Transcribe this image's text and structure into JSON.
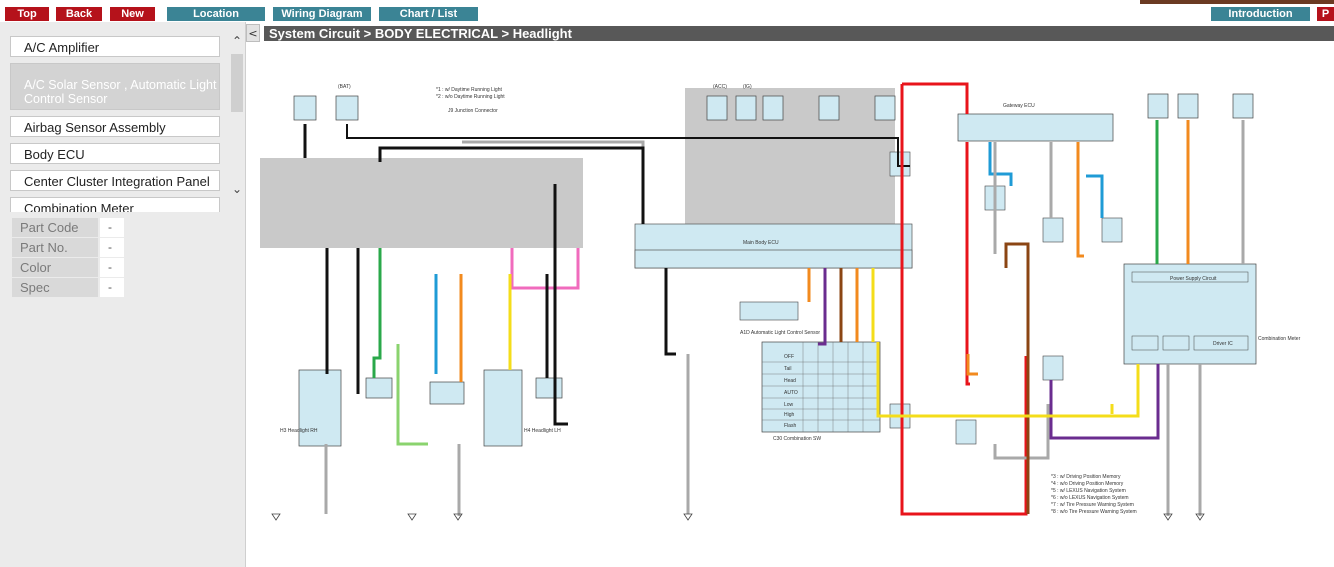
{
  "toolbar": {
    "top_label": "Top",
    "back_label": "Back",
    "new_label": "New",
    "location_label": "Location",
    "wiring_label": "Wiring Diagram",
    "chart_label": "Chart / List",
    "intro_label": "Introduction",
    "p_label": "P"
  },
  "sidebar": {
    "items": [
      {
        "label": "A/C Amplifier"
      },
      {
        "label": "A/C Solar Sensor , Automatic Light Control Sensor"
      },
      {
        "label": "Airbag Sensor Assembly"
      },
      {
        "label": "Body ECU"
      },
      {
        "label": "Center Cluster Integration Panel"
      },
      {
        "label": "Combination Meter"
      }
    ]
  },
  "properties": {
    "rows": [
      {
        "label": "Part Code",
        "value": "-"
      },
      {
        "label": "Part No.",
        "value": "-"
      },
      {
        "label": "Color",
        "value": "-"
      },
      {
        "label": "Spec",
        "value": "-"
      }
    ]
  },
  "breadcrumb": "System Circuit > BODY ELECTRICAL > Headlight",
  "diagram": {
    "wire_colors": {
      "red": "#e8141b",
      "green": "#2aa84a",
      "blue": "#1f9bd6",
      "orange": "#f28a1e",
      "yellow": "#f4dd1a",
      "pink": "#f06bbd",
      "purple": "#6a2c8f",
      "brown": "#8b4513",
      "gray": "#a9a9a9",
      "black": "#111111",
      "lightgreen": "#8ad36e"
    },
    "labels": {
      "notes_top": "*1 : w/ Daytime Running Light",
      "notes_top2": "*2 : w/o Daytime Running Light",
      "junction_j9": "J9 Junction Connector",
      "fuse_bat": "(BAT)",
      "fuse_acc": "(ACC)",
      "fuse_ig": "(IG)",
      "main_body": "Main Body ECU",
      "body_ecu_top": "Gateway ECU",
      "power_supply": "Power Supply Circuit",
      "driver_ic": "Driver IC",
      "light_sensor": "A1D Automatic Light Control Sensor",
      "combination_sw": "C30 Combination SW",
      "combination_meter": "Combination Meter",
      "headlight_rh": "H3 Headlight RH",
      "headlight_lh": "H4 Headlight LH",
      "notes_bottom1": "*3 : w/ Driving Position Memory",
      "notes_bottom2": "*4 : w/o Driving Position Memory",
      "notes_bottom3": "*5 : w/ LEXUS Navigation System",
      "notes_bottom4": "*6 : w/o LEXUS Navigation System",
      "notes_bottom5": "*7 : w/ Tire Pressure Warning System",
      "notes_bottom6": "*8 : w/o Tire Pressure Warning System",
      "sw_off": "OFF",
      "sw_tail": "Tail",
      "sw_head": "Head",
      "sw_auto": "AUTO",
      "sw_low": "Low",
      "sw_high": "High",
      "sw_flash": "Flash"
    }
  }
}
